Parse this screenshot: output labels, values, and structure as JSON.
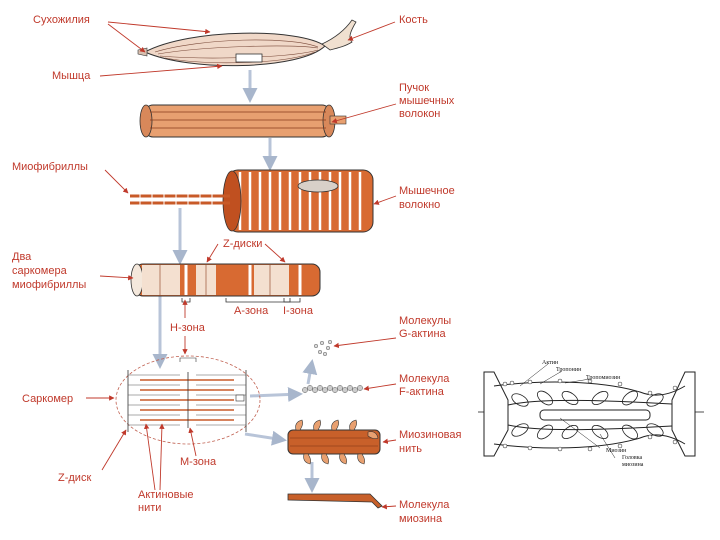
{
  "labels": {
    "tendons": "Сухожилия",
    "bone": "Кость",
    "muscle": "Мышца",
    "fiber_bundle_1": "Пучок",
    "fiber_bundle_2": "мышечных",
    "fiber_bundle_3": "волокон",
    "myofibrils": "Миофибриллы",
    "muscle_fiber_1": "Мышечное",
    "muscle_fiber_2": "волокно",
    "z_discs": "Z-диски",
    "two_sarcomeres_1": "Два",
    "two_sarcomeres_2": "саркомера",
    "two_sarcomeres_3": "миофибриллы",
    "a_zone": "А-зона",
    "i_zone": "I-зона",
    "h_zone": "Н-зона",
    "g_actin_1": "Молекулы",
    "g_actin_2": "G-актина",
    "f_actin_1": "Молекула",
    "f_actin_2": "F-актина",
    "sarcomere": "Саркомер",
    "myosin_thread_1": "Миозиновая",
    "myosin_thread_2": "нить",
    "m_zone": "М-зона",
    "z_disc": "Z-диск",
    "actin_threads_1": "Актиновые",
    "actin_threads_2": "нити",
    "myosin_molecule_1": "Молекула",
    "myosin_molecule_2": "миозина"
  },
  "inset_labels": {
    "actin": "Актин",
    "troponin": "Тропонин",
    "tropomyosin": "Тропомиозин",
    "myosin": "Миозин",
    "head_1": "Головка",
    "head_2": "миозина"
  },
  "colors": {
    "label": "#c0392b",
    "tissue": "#c8602a",
    "tissue_light": "#e8a070",
    "arrow": "#b8c4d8",
    "line": "#222222"
  }
}
